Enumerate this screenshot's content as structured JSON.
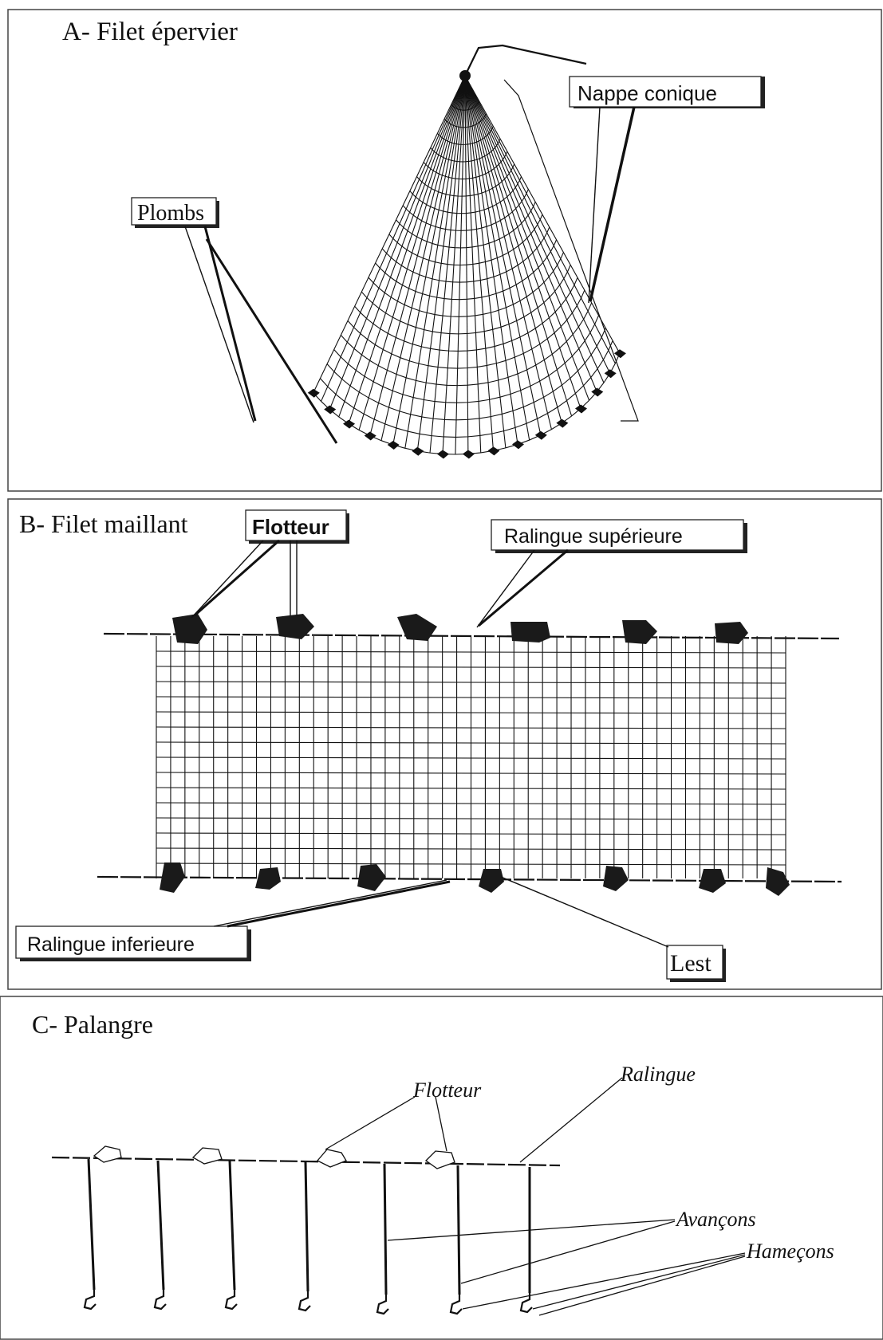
{
  "panelA": {
    "title": "A- Filet épervier",
    "labels": {
      "plombs": "Plombs",
      "nappe": "Nappe conique"
    }
  },
  "panelB": {
    "title": "B- Filet maillant",
    "labels": {
      "flotteur": "Flotteur",
      "ralingue_sup": "Ralingue supérieure",
      "ralingue_inf": "Ralingue inferieure",
      "lest": "Lest"
    }
  },
  "panelC": {
    "title": "C- Palangre",
    "labels": {
      "flotteur": "Flotteur",
      "ralingue": "Ralingue",
      "avancons": "Avançons",
      "hamecons": "Hameçons"
    }
  }
}
